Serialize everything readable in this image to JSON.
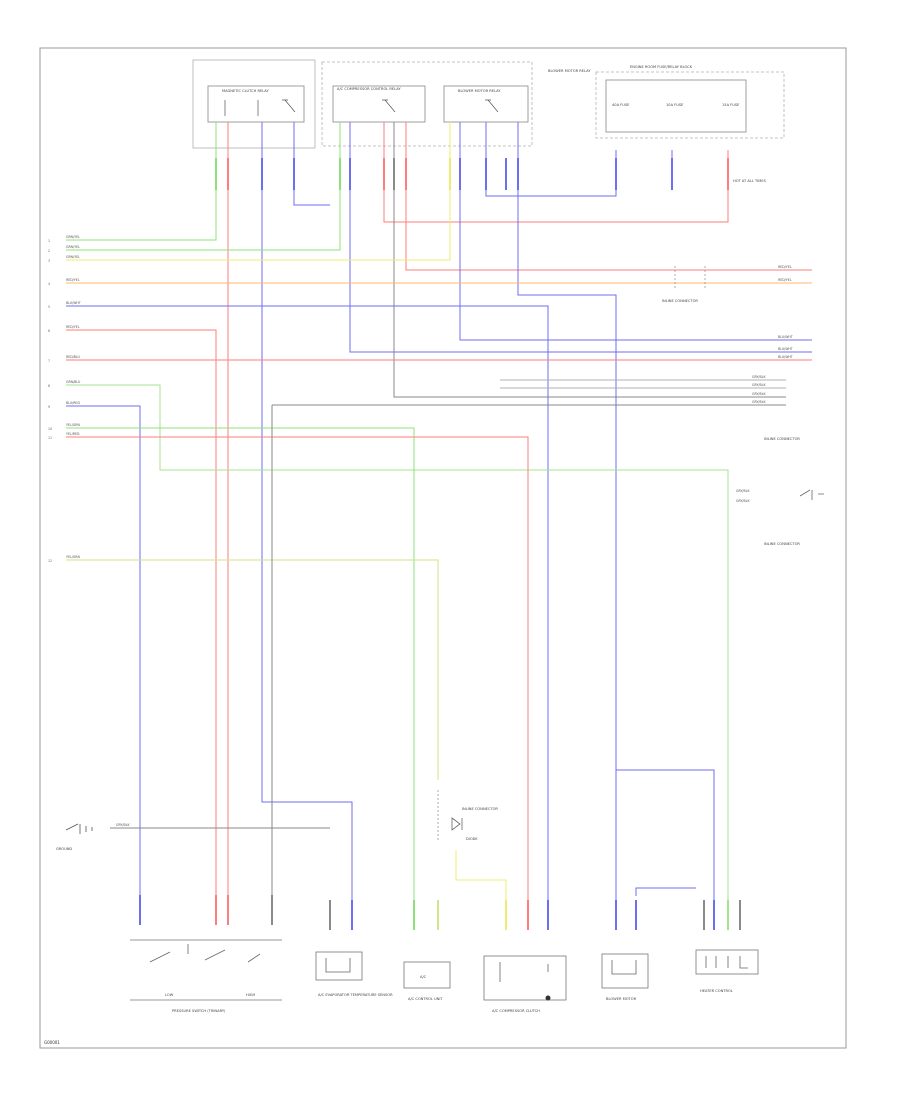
{
  "diagram": {
    "reference": "G00001",
    "colors": {
      "green": "#8ee07a",
      "light_green": "#a6e38e",
      "red": "#ff7d7d",
      "blue": "#6e6ef0",
      "orange": "#ffb86b",
      "yellow_green": "#cfe68a",
      "gray": "#8a8a8a",
      "yellow": "#ecec70",
      "frame": "#9a9a9a"
    },
    "components": {
      "relay_1_label": "MAGNETIC CLUTCH RELAY",
      "relay_2_label": "A/C COMPRESSOR CONTROL RELAY",
      "relay_3_label": "BLOWER MOTOR RELAY",
      "fuse_block_label": "ENGINE ROOM FUSE/RELAY BLOCK",
      "fuse_1": "40A FUSE",
      "fuse_2": "10A FUSE",
      "fuse_3": "15A FUSE",
      "fuse_note": "HOT AT ALL TIMES",
      "connector_mid_right": "INLINE CONNECTOR",
      "connector_right_top": "INLINE CONNECTOR",
      "connector_right_bottom": "INLINE CONNECTOR",
      "connector_center": "INLINE CONNECTOR",
      "ground_left": "GROUND",
      "bottom_1": "PRESSURE SWITCH (TRINARY)",
      "bottom_1_lo": "LOW",
      "bottom_1_hi": "HIGH",
      "bottom_2": "A/C EVAPORATOR TEMPERATURE SENSOR",
      "bottom_3": "A/C CONTROL UNIT",
      "bottom_3_box": "A/C",
      "bottom_4": "A/C COMPRESSOR CLUTCH",
      "bottom_5": "BLOWER MOTOR",
      "bottom_6": "HEATER CONTROL",
      "diode_label": "DIODE"
    },
    "wire_labels": {
      "w1": "GRN/YEL",
      "w2": "GRN/YEL",
      "w3": "GRN/YEL",
      "w4": "RED/YEL",
      "w5": "BLU/WHT",
      "w6": "RED/YEL",
      "w7": "RED/BLU",
      "w8": "GRN/BLU",
      "w9": "BLU/RED",
      "w10": "YEL/GRN",
      "w11": "YEL/RED",
      "w12": "YEL/GRN",
      "r1": "RED/YEL",
      "r2": "RED/YEL",
      "r3": "BLU/WHT",
      "r4": "BLU/WHT",
      "r5": "BLU/WHT",
      "r6": "GRY/BLK",
      "r7": "GRY/BLK",
      "r8": "GRY/BLK",
      "r9": "GRY/BLK",
      "r10": "GRY/BLK",
      "r11": "GRY/BLK",
      "g1": "GRY/BLK"
    }
  }
}
